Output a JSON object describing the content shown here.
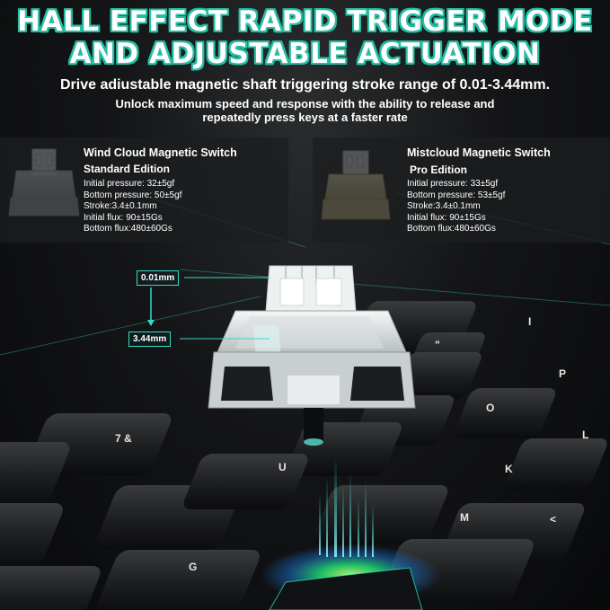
{
  "header": {
    "title_line1": "HALL EFFECT RAPID TRIGGER MODE",
    "title_line2": "AND ADJUSTABLE ACTUATION",
    "subtitle": "Drive adiustable magnetic shaft triggering stroke range of 0.01-3.44mm.",
    "description_line1": "Unlock maximum speed and response with the ability to release and",
    "description_line2": "repeatedly press keys at a faster rate"
  },
  "switches": [
    {
      "name": "Wind Cloud Magnetic Switch",
      "edition": "Standard Edition",
      "specs": [
        "Initial  pressure: 32±5gf",
        "Bottom pressure: 50±5gf",
        "Stroke:3.4±0.1mm",
        "Initial flux: 90±15Gs",
        "Bottom flux:480±60Gs"
      ]
    },
    {
      "name": "Mistcloud Magnetic Switch",
      "edition": "Pro Edition",
      "specs": [
        "Initial pressure: 33±5gf",
        "Bottom pressure: 53±5gf",
        "Stroke:3.4±0.1mm",
        "Initial flux: 90±15Gs",
        "Bottom flux:480±60Gs"
      ]
    }
  ],
  "travel": {
    "top_label": "0.01mm",
    "bottom_label": "3.44mm"
  },
  "key_legends": [
    "I",
    "O",
    "P",
    "K",
    "L",
    "U",
    "7 &",
    "G",
    "M",
    "<",
    "\""
  ],
  "colors": {
    "accent": "#36d9c6",
    "title_outline": "#1fc0a4",
    "background": "#0c0d0e",
    "rgb_glow": "#1fd870"
  },
  "icons": [
    "standard-switch-icon",
    "pro-switch-icon",
    "hall-switch-icon"
  ]
}
